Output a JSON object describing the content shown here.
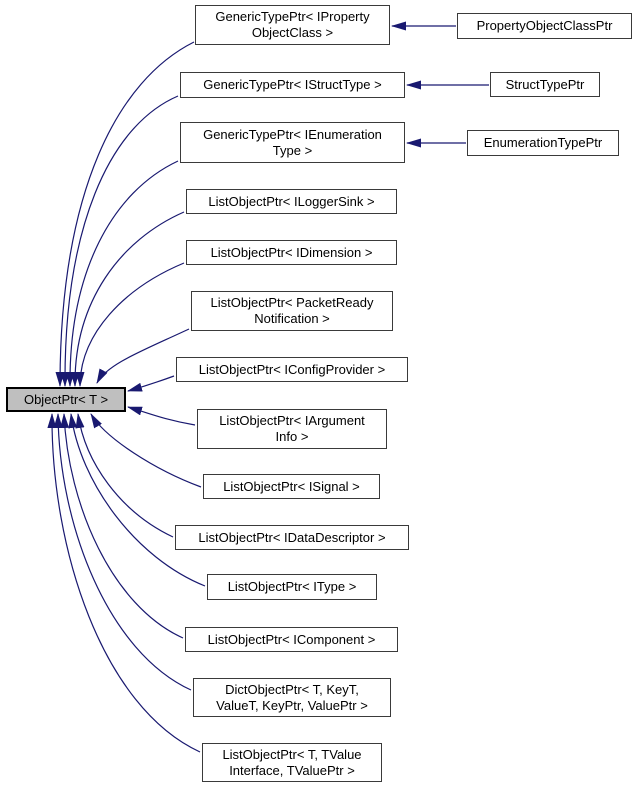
{
  "diagram": {
    "title": "ObjectPtr inheritance graph",
    "colors": {
      "edge_color": "#191970",
      "node_border": "#3a3a3a",
      "highlight_border": "#000000",
      "node_fill": "#ffffff",
      "highlight_fill": "#bfbfbf",
      "text_color": "#000000",
      "background": "#ffffff"
    },
    "nodes": [
      {
        "id": "objectptr",
        "lines": [
          "ObjectPtr< T >"
        ],
        "highlight": true
      },
      {
        "id": "n1",
        "lines": [
          "GenericTypePtr< IProperty",
          "ObjectClass >"
        ],
        "highlight": false
      },
      {
        "id": "n2",
        "lines": [
          "GenericTypePtr< IStructType >"
        ],
        "highlight": false
      },
      {
        "id": "n3",
        "lines": [
          "GenericTypePtr< IEnumeration",
          "Type >"
        ],
        "highlight": false
      },
      {
        "id": "n4",
        "lines": [
          "ListObjectPtr< ILoggerSink >"
        ],
        "highlight": false
      },
      {
        "id": "n5",
        "lines": [
          "ListObjectPtr< IDimension >"
        ],
        "highlight": false
      },
      {
        "id": "n6",
        "lines": [
          "ListObjectPtr< PacketReady",
          "Notification >"
        ],
        "highlight": false
      },
      {
        "id": "n7",
        "lines": [
          "ListObjectPtr< IConfigProvider >"
        ],
        "highlight": false
      },
      {
        "id": "n8",
        "lines": [
          "ListObjectPtr< IArgument",
          "Info >"
        ],
        "highlight": false
      },
      {
        "id": "n9",
        "lines": [
          "ListObjectPtr< ISignal >"
        ],
        "highlight": false
      },
      {
        "id": "n10",
        "lines": [
          "ListObjectPtr< IDataDescriptor >"
        ],
        "highlight": false
      },
      {
        "id": "n11",
        "lines": [
          "ListObjectPtr< IType >"
        ],
        "highlight": false
      },
      {
        "id": "n12",
        "lines": [
          "ListObjectPtr< IComponent >"
        ],
        "highlight": false
      },
      {
        "id": "n13",
        "lines": [
          "DictObjectPtr< T, KeyT,",
          "ValueT, KeyPtr, ValuePtr >"
        ],
        "highlight": false
      },
      {
        "id": "n14",
        "lines": [
          "ListObjectPtr< T, TValue",
          "Interface, TValuePtr >"
        ],
        "highlight": false
      },
      {
        "id": "r1",
        "lines": [
          "PropertyObjectClassPtr"
        ],
        "highlight": false
      },
      {
        "id": "r2",
        "lines": [
          "StructTypePtr"
        ],
        "highlight": false
      },
      {
        "id": "r3",
        "lines": [
          "EnumerationTypePtr"
        ],
        "highlight": false
      }
    ],
    "edges": [
      {
        "from": "n1",
        "to": "objectptr"
      },
      {
        "from": "n2",
        "to": "objectptr"
      },
      {
        "from": "n3",
        "to": "objectptr"
      },
      {
        "from": "n4",
        "to": "objectptr"
      },
      {
        "from": "n5",
        "to": "objectptr"
      },
      {
        "from": "n6",
        "to": "objectptr"
      },
      {
        "from": "n7",
        "to": "objectptr"
      },
      {
        "from": "n8",
        "to": "objectptr"
      },
      {
        "from": "n9",
        "to": "objectptr"
      },
      {
        "from": "n10",
        "to": "objectptr"
      },
      {
        "from": "n11",
        "to": "objectptr"
      },
      {
        "from": "n12",
        "to": "objectptr"
      },
      {
        "from": "n13",
        "to": "objectptr"
      },
      {
        "from": "n14",
        "to": "objectptr"
      },
      {
        "from": "r1",
        "to": "n1"
      },
      {
        "from": "r2",
        "to": "n2"
      },
      {
        "from": "r3",
        "to": "n3"
      }
    ]
  }
}
